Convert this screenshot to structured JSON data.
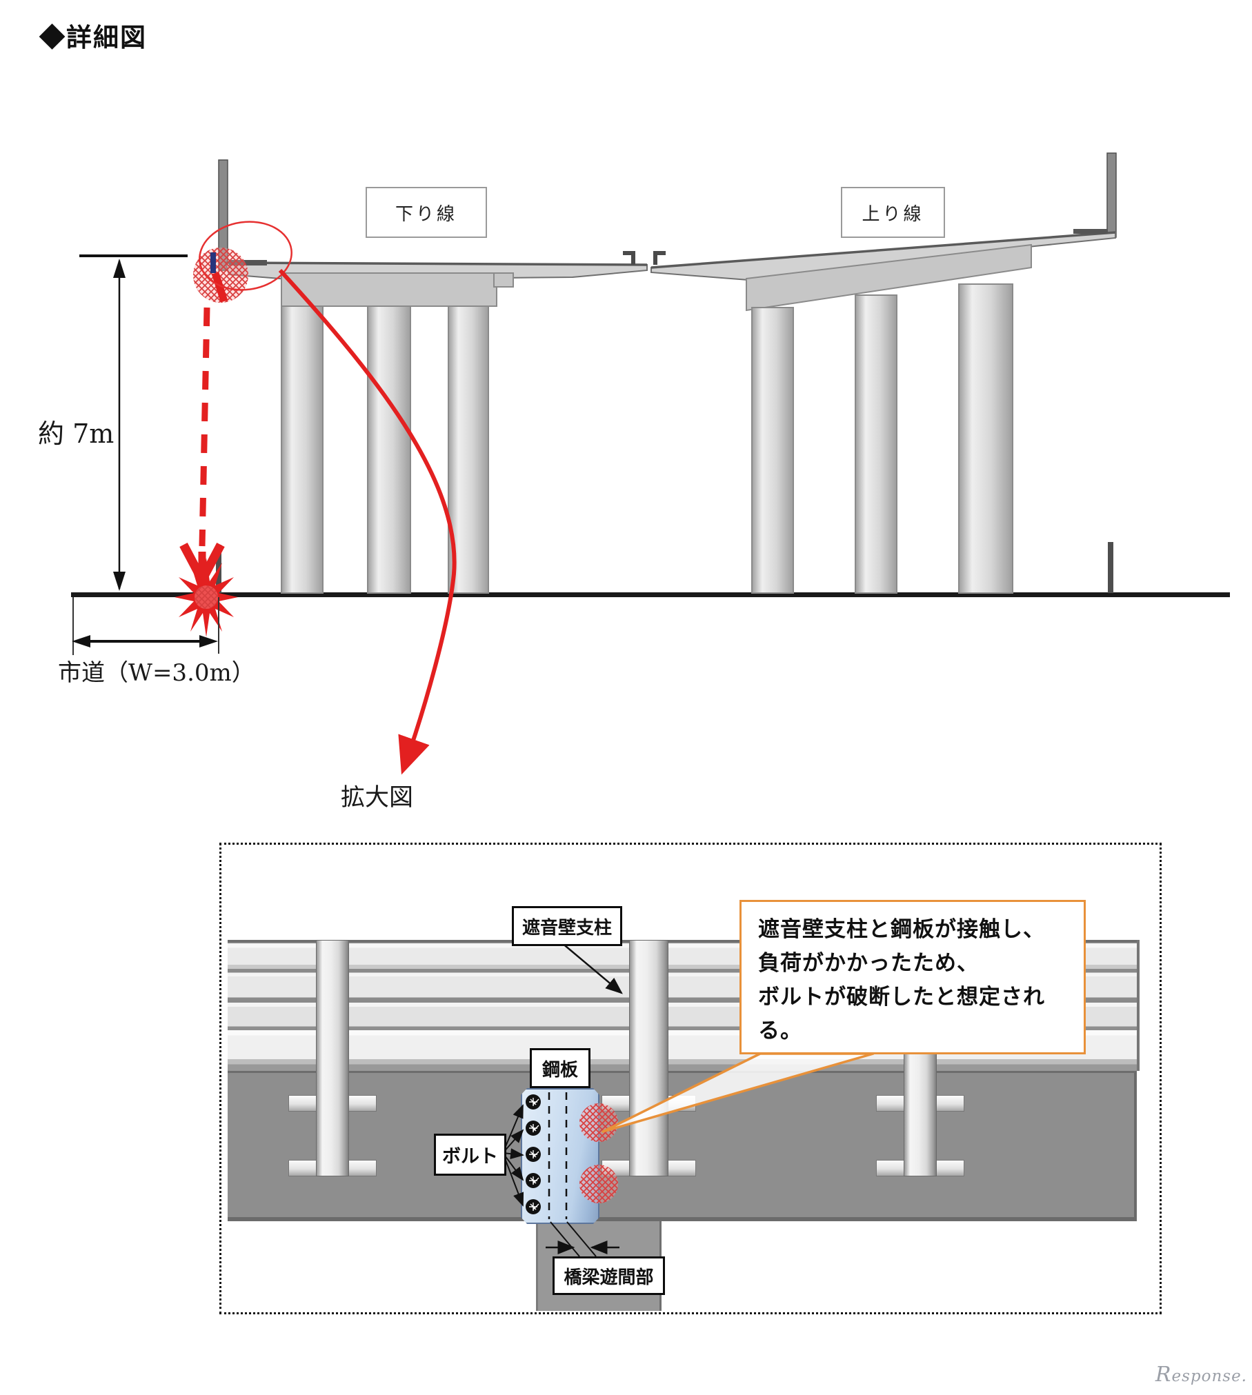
{
  "title": "◆詳細図",
  "colors": {
    "accent_red": "#e32020",
    "callout_orange": "#e8913a",
    "steel_plate_blue": "#c7dcf1",
    "girder_gray": "#8e8e8e"
  },
  "elevation": {
    "down_line_label": "下り線",
    "up_line_label": "上り線",
    "height_dimension": "約 7m",
    "road_dimension": "市道（W=3.0m）",
    "enlarged_caption": "拡大図"
  },
  "detail": {
    "labels": {
      "sound_barrier_post": "遮音壁支柱",
      "steel_plate": "鋼板",
      "bolt": "ボルト",
      "bridge_gap": "橋梁遊間部"
    },
    "callout_lines": [
      "遮音壁支柱と鋼板が接触し、",
      "負荷がかかったため、",
      "ボルトが破断したと想定される。"
    ]
  },
  "watermark": "Response."
}
